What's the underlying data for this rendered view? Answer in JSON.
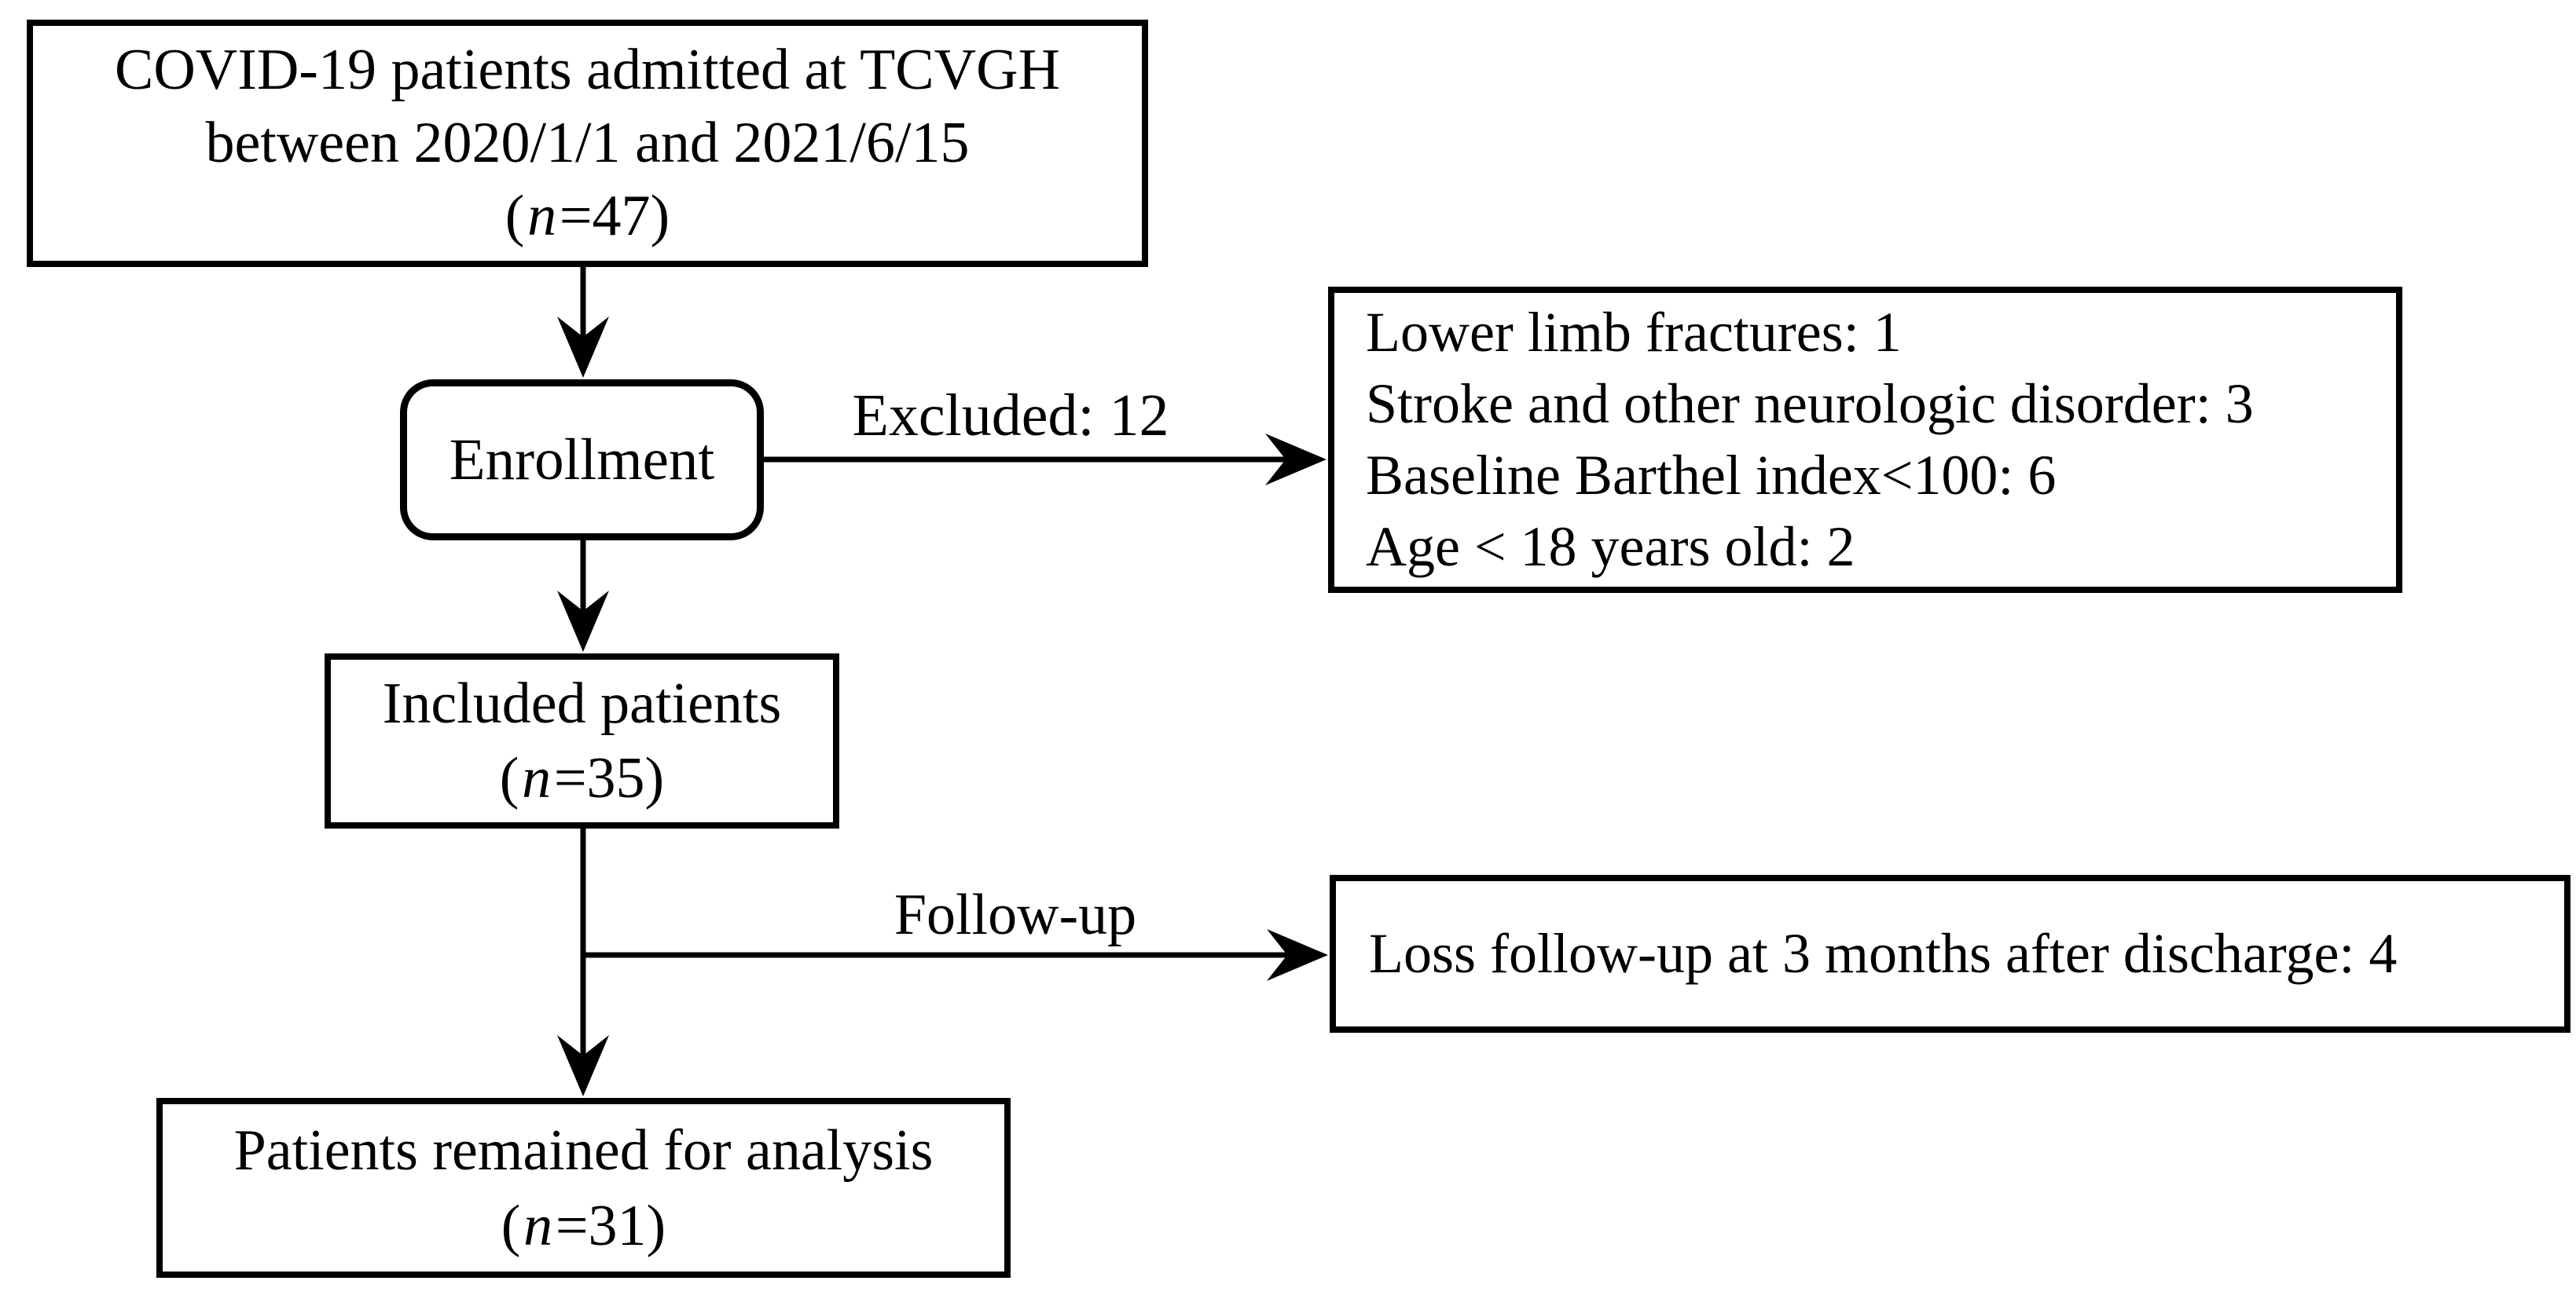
{
  "diagram": {
    "boxes": {
      "admitted": {
        "line1": "COVID-19 patients admitted at TCVGH",
        "line2": "between 2020/1/1 and 2021/6/15",
        "n_open": "(",
        "n_italic": "n",
        "n_rest": "=47)"
      },
      "enrollment": {
        "label": "Enrollment"
      },
      "excluded": {
        "items": [
          "Lower limb fractures: 1",
          "Stroke and other neurologic disorder: 3",
          "Baseline Barthel index<100: 6",
          "Age < 18 years old: 2"
        ]
      },
      "included": {
        "line1": "Included patients",
        "n_open": "(",
        "n_italic": "n",
        "n_rest": "=35)"
      },
      "loss_followup": {
        "label": "Loss follow-up at 3 months after discharge: 4"
      },
      "remained": {
        "line1": "Patients remained for analysis",
        "n_open": "(",
        "n_italic": "n",
        "n_rest": "=31)"
      }
    },
    "edge_labels": {
      "excluded": "Excluded: 12",
      "followup": "Follow-up"
    },
    "colors": {
      "ink": "#000000",
      "background": "#ffffff"
    }
  }
}
